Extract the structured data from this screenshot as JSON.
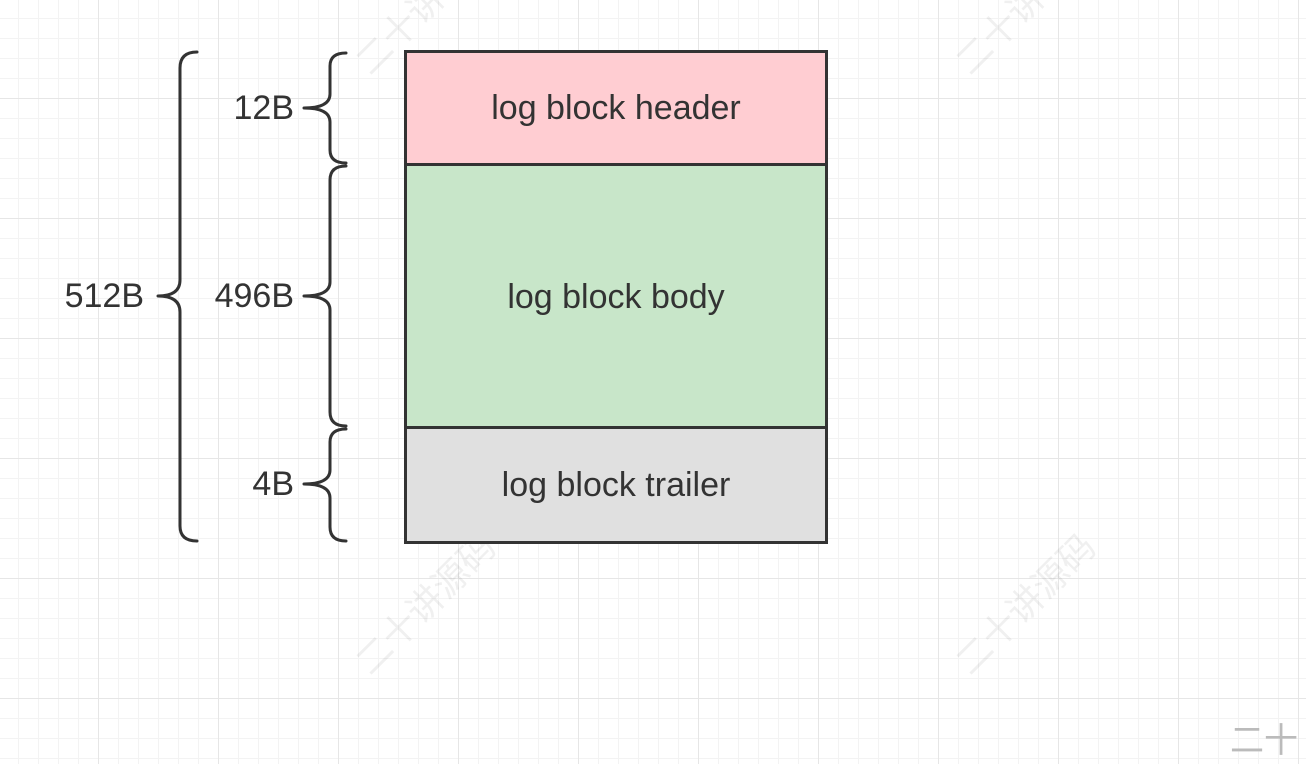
{
  "blocks": {
    "header": {
      "label": "log block header",
      "size": "12B",
      "color": "#ffcdd2"
    },
    "body": {
      "label": "log block body",
      "size": "496B",
      "color": "#c8e6c9"
    },
    "trailer": {
      "label": "log block trailer",
      "size": "4B",
      "color": "#e0e0e0"
    }
  },
  "total": {
    "size": "512B"
  },
  "watermark": {
    "text": "二十讲源码"
  },
  "corner_mark": {
    "text": "二十"
  },
  "colors": {
    "stroke": "#333333",
    "grid": "#e6e6e6"
  }
}
